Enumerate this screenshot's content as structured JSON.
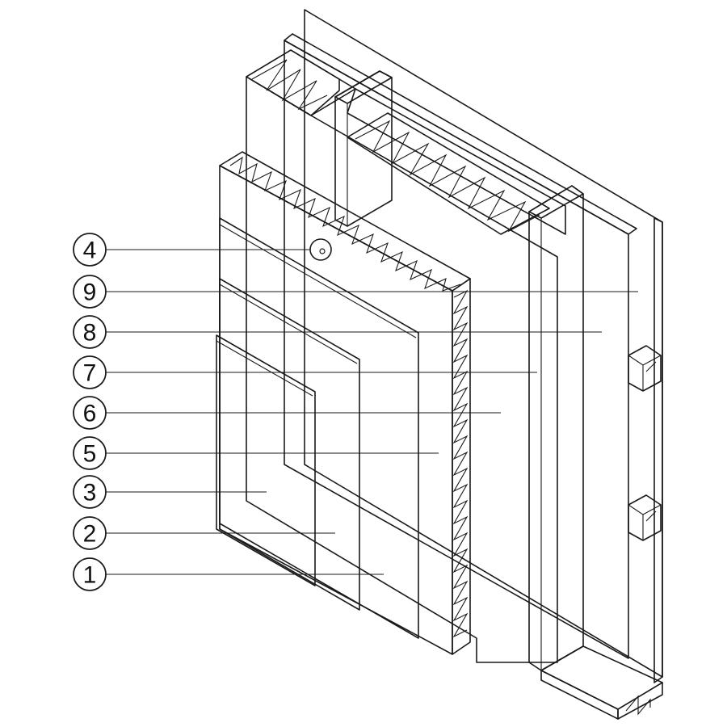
{
  "diagram": {
    "colors": {
      "gypsum_board": "#ffffff",
      "insulation_panel": "#e8c97f",
      "insulation_core": "#dcdcdc",
      "membrane": "#fbf1c4",
      "stud": "#ffffff",
      "outline": "#1a1a1a"
    },
    "callouts": [
      {
        "id": "c4",
        "label": "4"
      },
      {
        "id": "c9",
        "label": "9"
      },
      {
        "id": "c8",
        "label": "8"
      },
      {
        "id": "c7",
        "label": "7"
      },
      {
        "id": "c6",
        "label": "6"
      },
      {
        "id": "c5",
        "label": "5"
      },
      {
        "id": "c3",
        "label": "3"
      },
      {
        "id": "c2",
        "label": "2"
      },
      {
        "id": "c1",
        "label": "1"
      }
    ]
  }
}
